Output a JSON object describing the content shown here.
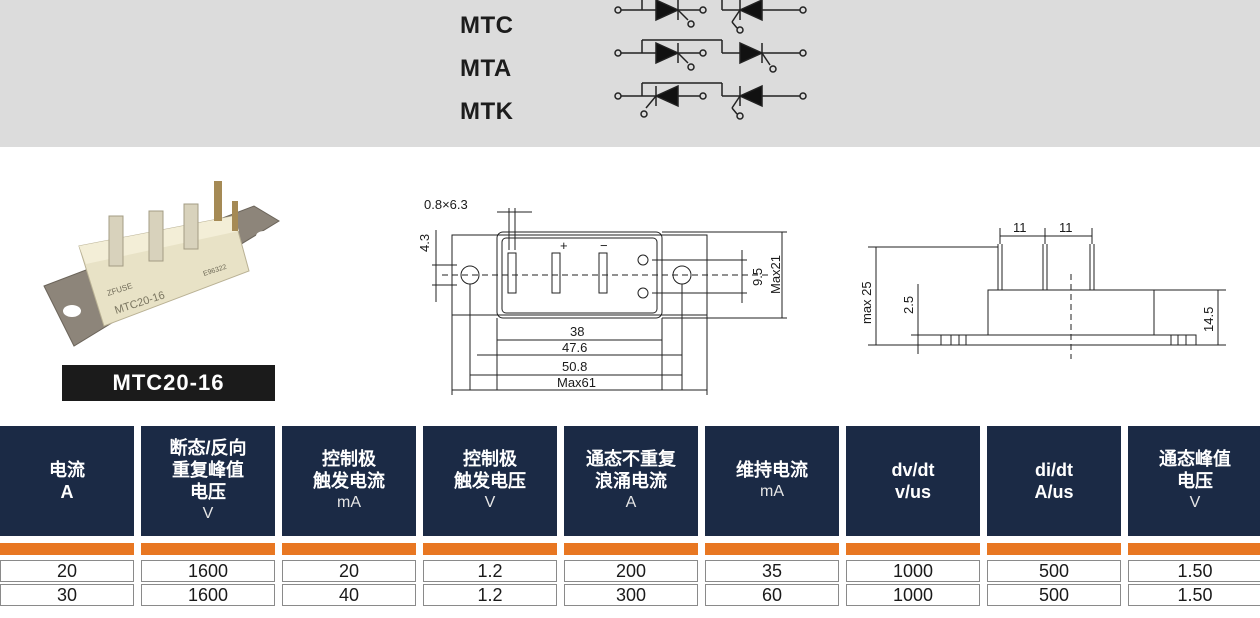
{
  "variants": [
    {
      "label": "MTC",
      "icon": "mtc-circuit-symbol-icon"
    },
    {
      "label": "MTA",
      "icon": "mta-circuit-symbol-icon"
    },
    {
      "label": "MTK",
      "icon": "mtk-circuit-symbol-icon"
    }
  ],
  "product": {
    "model_label": "MTC20-16",
    "housing_text": "MTC20-16",
    "brand_mark": "ZFUSE",
    "approval_mark": "E96322"
  },
  "top_view": {
    "terminal_dim": "0.8×6.3",
    "edge_dim": "4.3",
    "plus_mark": "+",
    "minus_mark": "−",
    "pitch_dim": "9.5",
    "width_dim": "Max21",
    "dim_38": "38",
    "dim_47": "47.6",
    "dim_50": "50.8",
    "dim_max61": "Max61"
  },
  "side_view": {
    "pitch_left": "11",
    "pitch_right": "11",
    "height_max": "max 25",
    "base_dim": "2.5",
    "body_dim": "14.5"
  },
  "table": {
    "headers": [
      {
        "lines": [
          "电流",
          "A"
        ],
        "unit": ""
      },
      {
        "lines": [
          "断态/反向",
          "重复峰值",
          "电压"
        ],
        "unit": "V"
      },
      {
        "lines": [
          "控制极",
          "触发电流"
        ],
        "unit": "mA"
      },
      {
        "lines": [
          "控制极",
          "触发电压"
        ],
        "unit": "V"
      },
      {
        "lines": [
          "通态不重复",
          "浪涌电流"
        ],
        "unit": "A"
      },
      {
        "lines": [
          "维持电流"
        ],
        "unit": "mA"
      },
      {
        "lines": [
          "dv/dt",
          "v/us"
        ],
        "unit": ""
      },
      {
        "lines": [
          "di/dt",
          "A/us"
        ],
        "unit": ""
      },
      {
        "lines": [
          "通态峰值",
          "电压"
        ],
        "unit": "V"
      }
    ],
    "rows": [
      [
        "20",
        "1600",
        "20",
        "1.2",
        "200",
        "35",
        "1000",
        "500",
        "1.50"
      ],
      [
        "30",
        "1600",
        "40",
        "1.2",
        "300",
        "60",
        "1000",
        "500",
        "1.50"
      ]
    ],
    "colors": {
      "header_bg": "#1b2a45",
      "accent_bar": "#e87722"
    }
  }
}
